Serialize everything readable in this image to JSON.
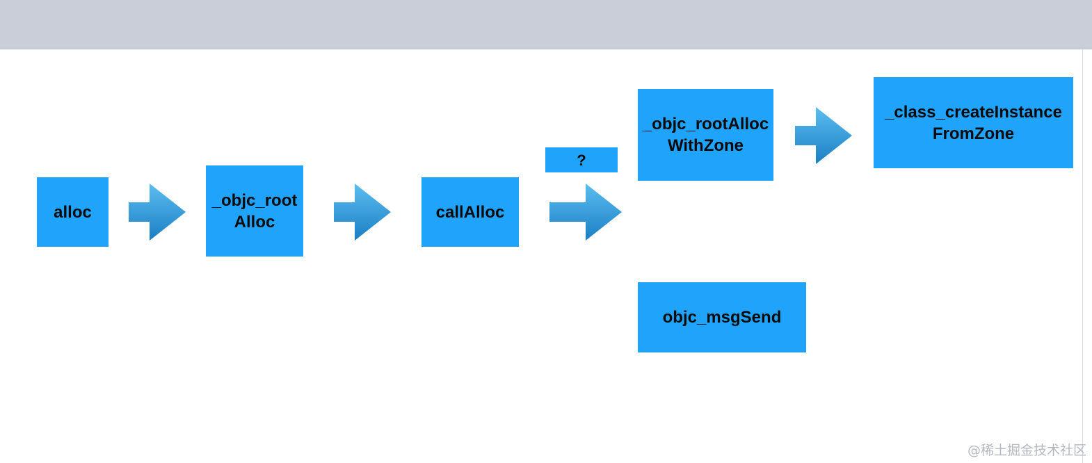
{
  "nodes": {
    "alloc": "alloc",
    "objc_root_alloc": "_objc_root\nAlloc",
    "call_alloc": "callAlloc",
    "question": "?",
    "objc_root_alloc_with_zone": "_objc_rootAlloc\nWithZone",
    "class_create_instance": "_class_createInstance\nFromZone",
    "objc_msg_send": "objc_msgSend"
  },
  "watermark": "@稀土掘金技术社区",
  "colors": {
    "node_fill": "#1fa3fb",
    "arrow_light": "#5cbdf0",
    "arrow_dark": "#1a7fc4",
    "top_bar": "#c9ced8"
  }
}
